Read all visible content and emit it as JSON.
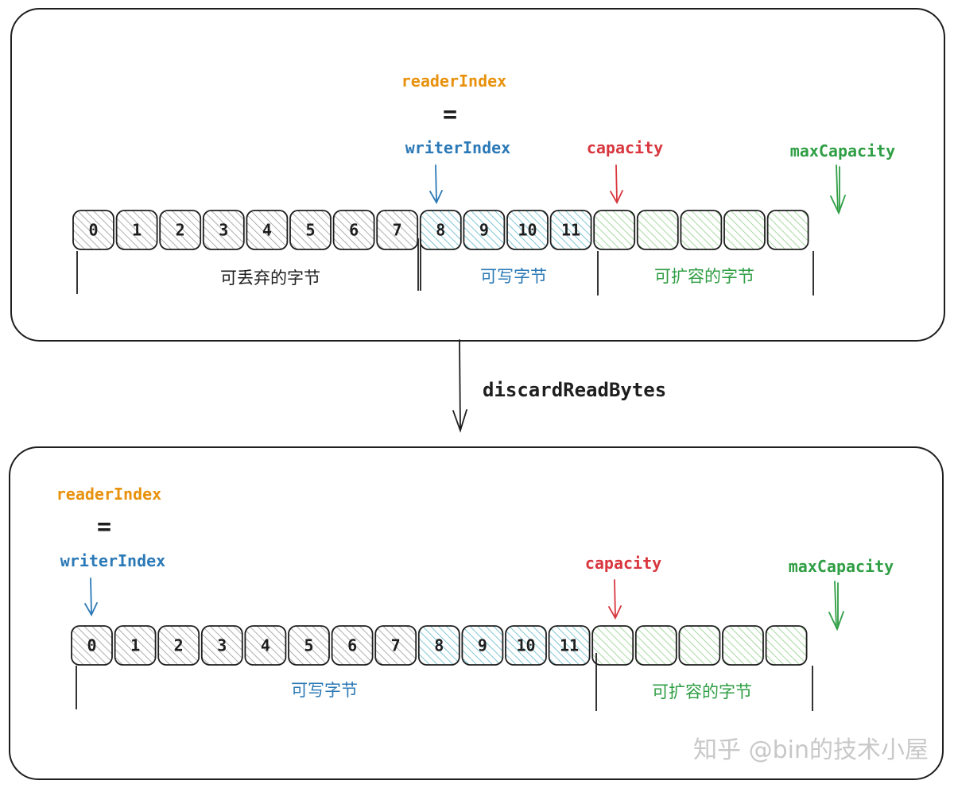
{
  "colors": {
    "reader": "#e8910c",
    "writer": "#2b79b6",
    "capacity": "#d9363e",
    "max": "#2f9e44",
    "stroke": "#1e1e1e",
    "grey_fill": "#9a9a9a",
    "cyan_fill": "#5fb8c9",
    "green_fill": "#8fd18a"
  },
  "operation": "discardReadBytes",
  "watermark": "知乎 @bin的技术小屋",
  "before": {
    "reader_label": "readerIndex",
    "equals": "=",
    "writer_label": "writerIndex",
    "capacity_label": "capacity",
    "max_label": "maxCapacity",
    "cells": [
      "0",
      "1",
      "2",
      "3",
      "4",
      "5",
      "6",
      "7",
      "8",
      "9",
      "10",
      "11",
      "",
      "",
      "",
      "",
      ""
    ],
    "cell_kinds": [
      "grey",
      "grey",
      "grey",
      "grey",
      "grey",
      "grey",
      "grey",
      "grey",
      "cyan",
      "cyan",
      "cyan",
      "cyan",
      "green",
      "green",
      "green",
      "green",
      "green"
    ],
    "regions": [
      {
        "label": "可丢弃的字节",
        "kind": "discard"
      },
      {
        "label": "可写字节",
        "kind": "writable"
      },
      {
        "label": "可扩容的字节",
        "kind": "expandable"
      }
    ]
  },
  "after": {
    "reader_label": "readerIndex",
    "equals": "=",
    "writer_label": "writerIndex",
    "capacity_label": "capacity",
    "max_label": "maxCapacity",
    "cells": [
      "0",
      "1",
      "2",
      "3",
      "4",
      "5",
      "6",
      "7",
      "8",
      "9",
      "10",
      "11",
      "",
      "",
      "",
      "",
      ""
    ],
    "cell_kinds": [
      "grey",
      "grey",
      "grey",
      "grey",
      "grey",
      "grey",
      "grey",
      "grey",
      "cyan",
      "cyan",
      "cyan",
      "cyan",
      "green",
      "green",
      "green",
      "green",
      "green"
    ],
    "regions": [
      {
        "label": "可写字节",
        "kind": "writable"
      },
      {
        "label": "可扩容的字节",
        "kind": "expandable"
      }
    ]
  }
}
